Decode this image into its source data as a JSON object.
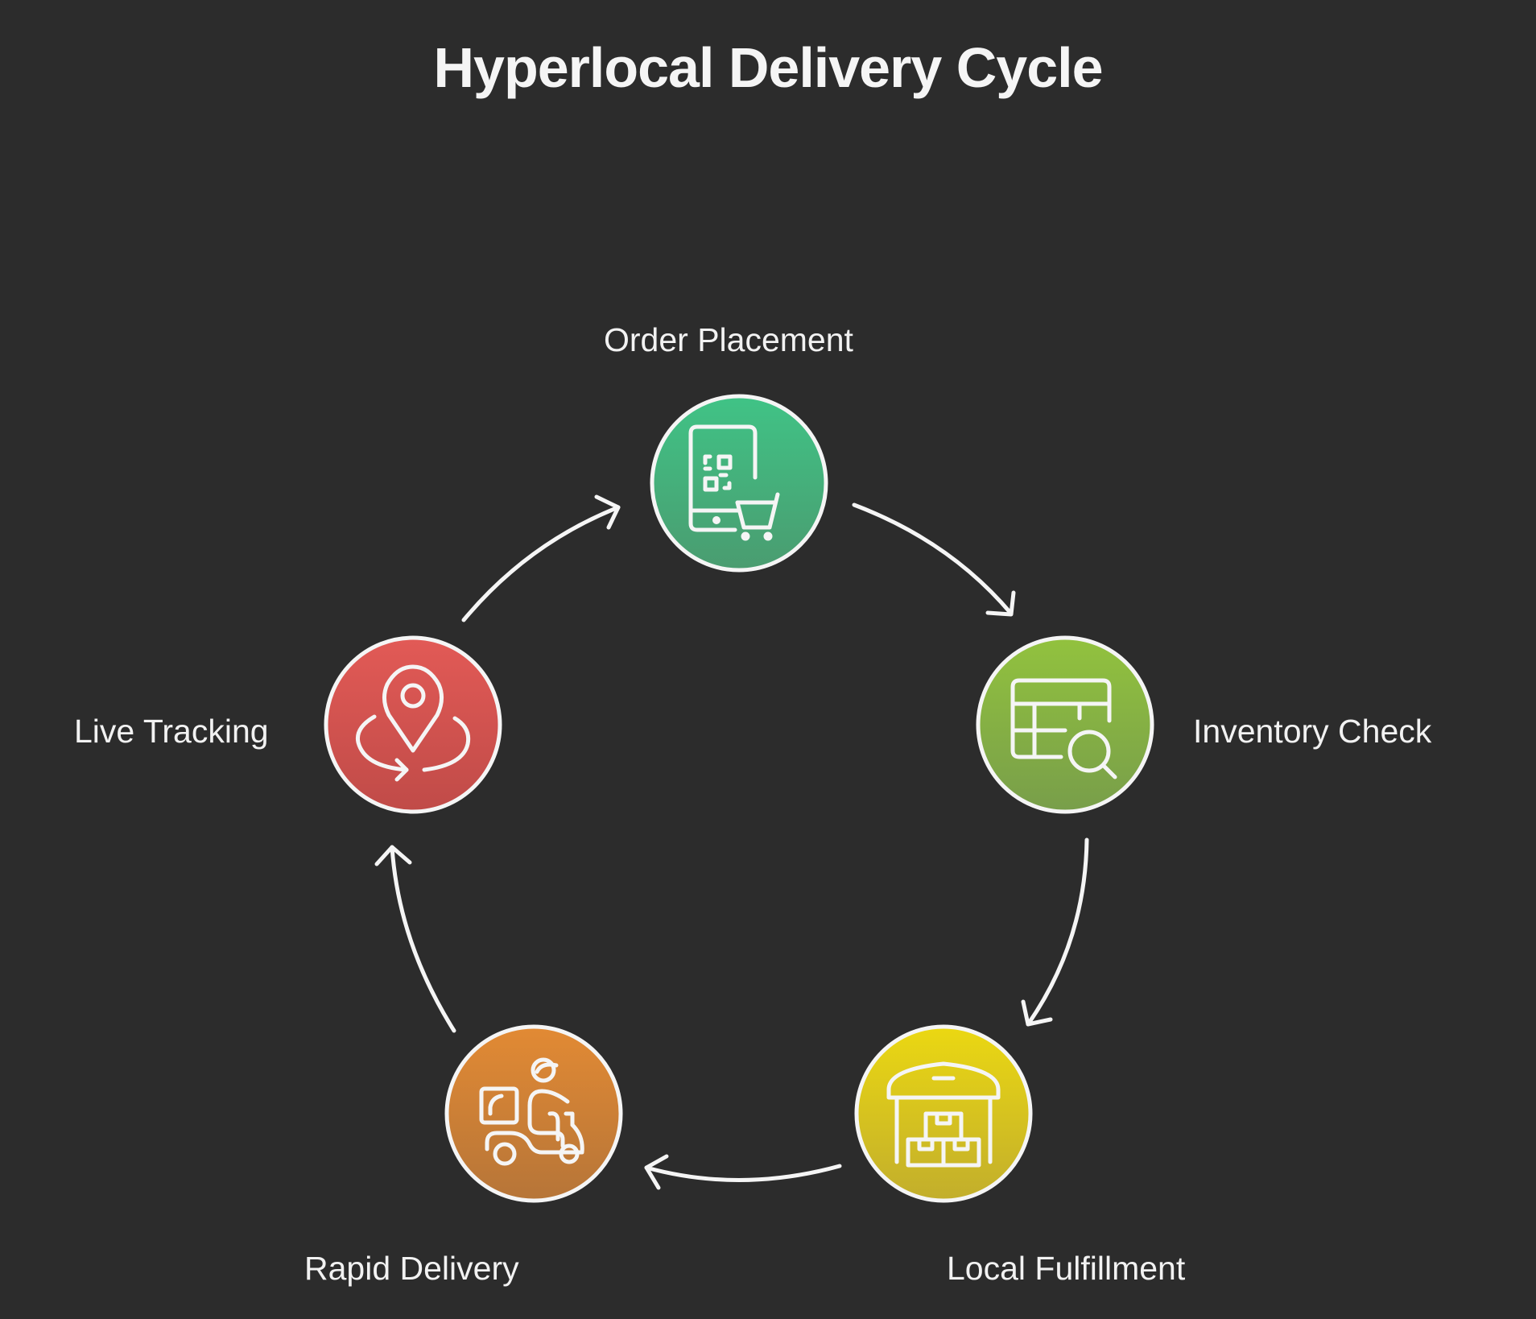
{
  "title": "Hyperlocal Delivery Cycle",
  "steps": [
    {
      "label": "Order Placement",
      "icon": "phone-qr-cart-icon",
      "color_top": "#40c386",
      "color_bottom": "#4a9c70"
    },
    {
      "label": "Inventory Check",
      "icon": "table-magnifier-icon",
      "color_top": "#92c23e",
      "color_bottom": "#789e4a"
    },
    {
      "label": "Local Fulfillment",
      "icon": "warehouse-boxes-icon",
      "color_top": "#ebd812",
      "color_bottom": "#c2ae2c"
    },
    {
      "label": "Rapid Delivery",
      "icon": "delivery-scooter-icon",
      "color_top": "#e28a34",
      "color_bottom": "#b67538"
    },
    {
      "label": "Live Tracking",
      "icon": "location-pin-orbit-icon",
      "color_top": "#e25a56",
      "color_bottom": "#c04b48"
    }
  ],
  "flow": [
    "Order Placement",
    "Inventory Check",
    "Local Fulfillment",
    "Rapid Delivery",
    "Live Tracking",
    "Order Placement"
  ]
}
